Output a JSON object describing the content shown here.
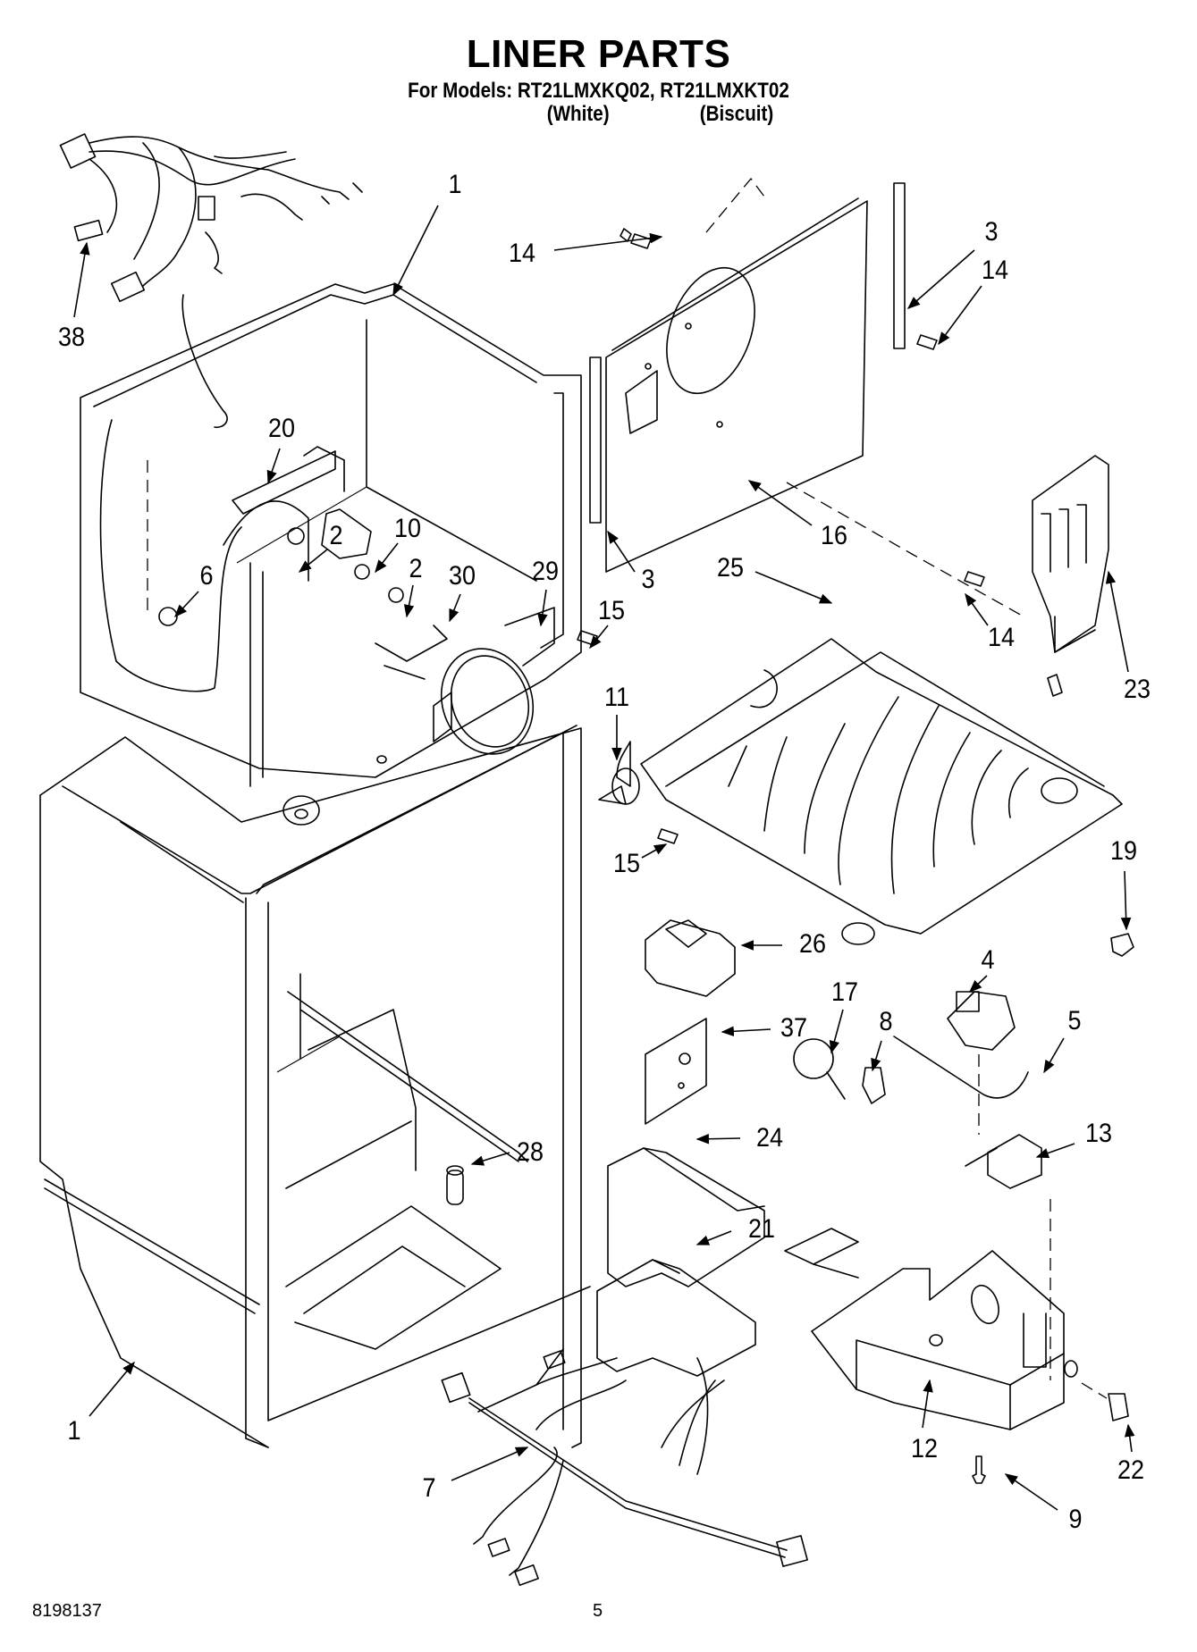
{
  "header": {
    "title": "LINER PARTS",
    "models_line": "For Models: RT21LMXKQ02, RT21LMXKT02",
    "variants": [
      "(White)",
      "(Biscuit)"
    ]
  },
  "callouts": [
    {
      "id": "c38",
      "text": "38",
      "part": "wiring-harness-upper"
    },
    {
      "id": "c1a",
      "text": "1",
      "part": "freezer-liner"
    },
    {
      "id": "c14a",
      "text": "14",
      "part": "screw"
    },
    {
      "id": "c3a",
      "text": "3",
      "part": "gasket-strip"
    },
    {
      "id": "c14b",
      "text": "14",
      "part": "screw"
    },
    {
      "id": "c20",
      "text": "20",
      "part": "bracket"
    },
    {
      "id": "c2a",
      "text": "2",
      "part": "nut"
    },
    {
      "id": "c10",
      "text": "10",
      "part": "control-thermostat"
    },
    {
      "id": "c2b",
      "text": "2",
      "part": "nut"
    },
    {
      "id": "c30",
      "text": "30",
      "part": "bracket"
    },
    {
      "id": "c29",
      "text": "29",
      "part": "fan-bracket"
    },
    {
      "id": "c6",
      "text": "6",
      "part": "knob"
    },
    {
      "id": "c15a",
      "text": "15",
      "part": "screw"
    },
    {
      "id": "c3b",
      "text": "3",
      "part": "gasket-strip"
    },
    {
      "id": "c16",
      "text": "16",
      "part": "evaporator-cover"
    },
    {
      "id": "c25",
      "text": "25",
      "part": "shelf-tray"
    },
    {
      "id": "c14c",
      "text": "14",
      "part": "screw"
    },
    {
      "id": "c23",
      "text": "23",
      "part": "air-duct"
    },
    {
      "id": "c11",
      "text": "11",
      "part": "fan-blade"
    },
    {
      "id": "c15b",
      "text": "15",
      "part": "screw"
    },
    {
      "id": "c19",
      "text": "19",
      "part": "clip"
    },
    {
      "id": "c26",
      "text": "26",
      "part": "light-socket-housing"
    },
    {
      "id": "c4",
      "text": "4",
      "part": "damper-control"
    },
    {
      "id": "c17",
      "text": "17",
      "part": "light-bulb"
    },
    {
      "id": "c8",
      "text": "8",
      "part": "knob"
    },
    {
      "id": "c5",
      "text": "5",
      "part": "capillary-tube"
    },
    {
      "id": "c37",
      "text": "37",
      "part": "plate"
    },
    {
      "id": "c13",
      "text": "13",
      "part": "thermostat"
    },
    {
      "id": "c24",
      "text": "24",
      "part": "light-shield"
    },
    {
      "id": "c28",
      "text": "28",
      "part": "plug"
    },
    {
      "id": "c21",
      "text": "21",
      "part": "light-cover"
    },
    {
      "id": "c1b",
      "text": "1",
      "part": "fresh-food-liner"
    },
    {
      "id": "c12",
      "text": "12",
      "part": "control-housing"
    },
    {
      "id": "c22",
      "text": "22",
      "part": "knob"
    },
    {
      "id": "c7",
      "text": "7",
      "part": "wiring-harness-lower"
    },
    {
      "id": "c9",
      "text": "9",
      "part": "screw"
    }
  ],
  "footer": {
    "document_number": "8198137",
    "page_number": "5"
  }
}
